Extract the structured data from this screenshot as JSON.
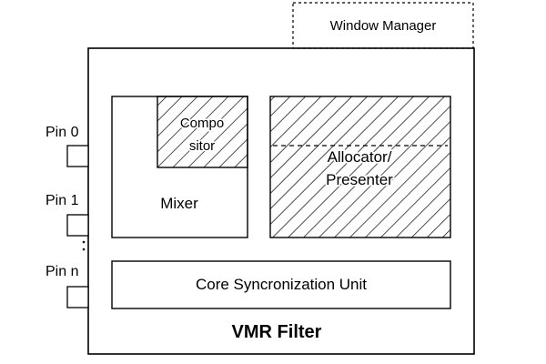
{
  "diagram": {
    "window_manager": {
      "label": "Window Manager"
    },
    "vmr_filter": {
      "label": "VMR Filter"
    },
    "mixer": {
      "label": "Mixer"
    },
    "compositor": {
      "label_line1": "Compo",
      "label_line2": "sitor"
    },
    "allocator_presenter": {
      "label_line1": "Allocator/",
      "label_line2": "Presenter"
    },
    "core_sync": {
      "label": "Core Syncronization Unit"
    },
    "pins": [
      {
        "label": "Pin 0"
      },
      {
        "label": "Pin 1"
      },
      {
        "label": "Pin n"
      }
    ],
    "colors": {
      "stroke": "#000000",
      "hatch": "#000000",
      "background": "#ffffff"
    }
  }
}
